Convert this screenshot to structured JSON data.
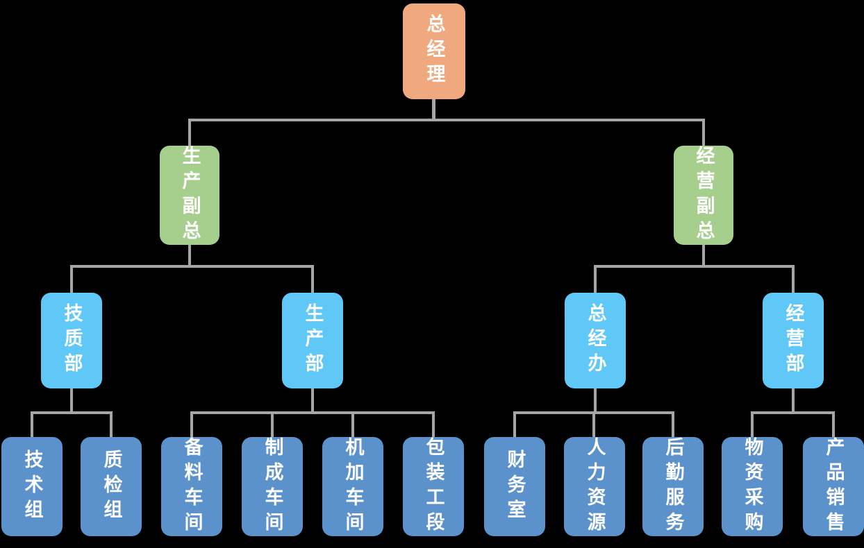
{
  "diagram": {
    "type": "org-chart",
    "background_color": "#000000",
    "connector_color": "#A6A6A6",
    "node_text_color": "#FFFFFF",
    "palette": {
      "level1": "#F0A97E",
      "level2": "#A6CE8D",
      "level3": "#5FC8F6",
      "level4": "#5B92CB"
    }
  },
  "nodes": {
    "gm": {
      "label": "总经理"
    },
    "production_vp": {
      "label": "生产副总"
    },
    "business_vp": {
      "label": "经营副总"
    },
    "tech_quality_dept": {
      "label": "技质部"
    },
    "production_dept": {
      "label": "生产部"
    },
    "gm_office": {
      "label": "总经办"
    },
    "business_dept": {
      "label": "经营部"
    },
    "tech_group": {
      "label": "技术组"
    },
    "quality_group": {
      "label": "质检组"
    },
    "material_prep_workshop": {
      "label": "备料车间"
    },
    "finishing_workshop": {
      "label": "制成车间"
    },
    "machining_workshop": {
      "label": "机加车间"
    },
    "packaging_section": {
      "label": "包装工段"
    },
    "finance_office": {
      "label": "财务室"
    },
    "human_resources": {
      "label": "人力资源"
    },
    "logistics_service": {
      "label": "后勤服务"
    },
    "material_purchasing": {
      "label": "物资采购"
    },
    "product_sales": {
      "label": "产品销售"
    }
  },
  "hierarchy": [
    {
      "parent": "总经理",
      "children": [
        "生产副总",
        "经营副总"
      ]
    },
    {
      "parent": "生产副总",
      "children": [
        "技质部",
        "生产部"
      ]
    },
    {
      "parent": "经营副总",
      "children": [
        "总经办",
        "经营部"
      ]
    },
    {
      "parent": "技质部",
      "children": [
        "技术组",
        "质检组"
      ]
    },
    {
      "parent": "生产部",
      "children": [
        "备料车间",
        "制成车间",
        "机加车间",
        "包装工段"
      ]
    },
    {
      "parent": "总经办",
      "children": [
        "财务室",
        "人力资源",
        "后勤服务"
      ]
    },
    {
      "parent": "经营部",
      "children": [
        "物资采购",
        "产品销售"
      ]
    }
  ]
}
